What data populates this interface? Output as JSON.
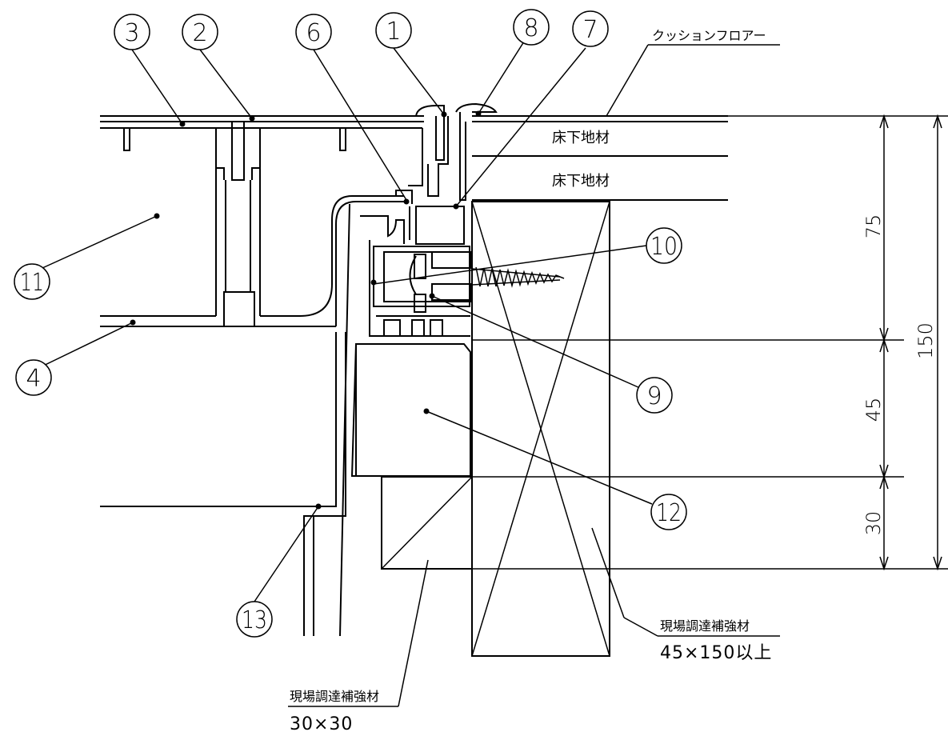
{
  "callouts": [
    {
      "id": "c1",
      "label": "1"
    },
    {
      "id": "c2",
      "label": "2"
    },
    {
      "id": "c3",
      "label": "3"
    },
    {
      "id": "c4",
      "label": "4"
    },
    {
      "id": "c6",
      "label": "6"
    },
    {
      "id": "c7",
      "label": "7"
    },
    {
      "id": "c8",
      "label": "8"
    },
    {
      "id": "c9",
      "label": "9"
    },
    {
      "id": "c10",
      "label": "10"
    },
    {
      "id": "c11",
      "label": "11"
    },
    {
      "id": "c12",
      "label": "12"
    },
    {
      "id": "c13",
      "label": "13"
    }
  ],
  "labels": {
    "cushion_floor": "クッションフロアー",
    "subfloor_1": "床下地材",
    "subfloor_2": "床下地材",
    "reinforcement_large": "現場調達補強材",
    "reinforcement_large_size": "45×150以上",
    "reinforcement_small": "現場調達補強材",
    "reinforcement_small_size": "30×30"
  },
  "dimensions": {
    "d75": "75",
    "d45": "45",
    "d30": "30",
    "d150": "150"
  },
  "colors": {
    "line": "#000000",
    "background": "#ffffff"
  }
}
